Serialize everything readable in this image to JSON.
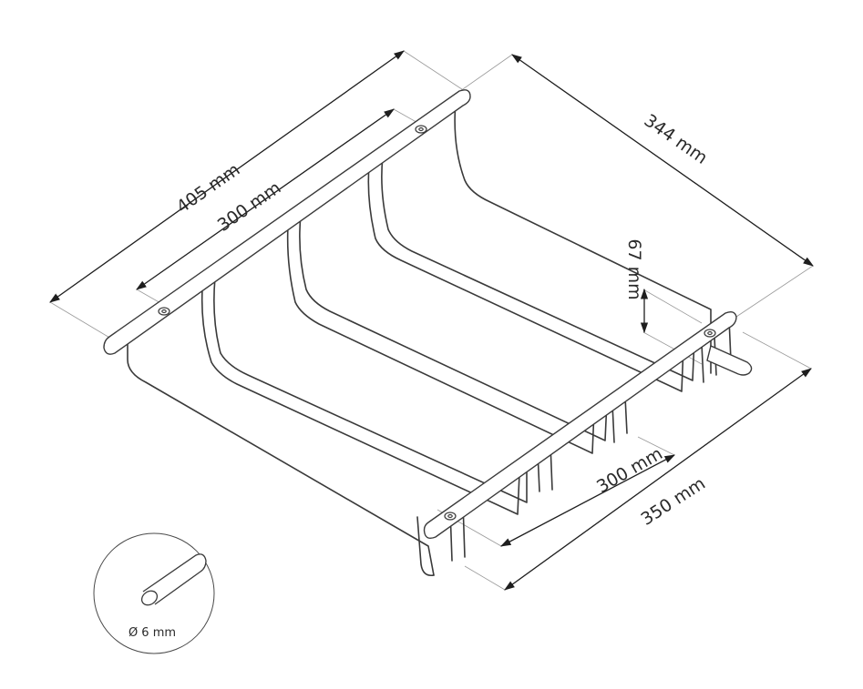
{
  "diagram": {
    "dimensions": {
      "overall_width": "405 mm",
      "inner_width_top": "300 mm",
      "depth": "344 mm",
      "height": "67 mm",
      "inner_width_front": "300 mm",
      "overall_width_front": "350 mm"
    },
    "detail": {
      "wire_diameter": "Ø 6 mm"
    }
  }
}
